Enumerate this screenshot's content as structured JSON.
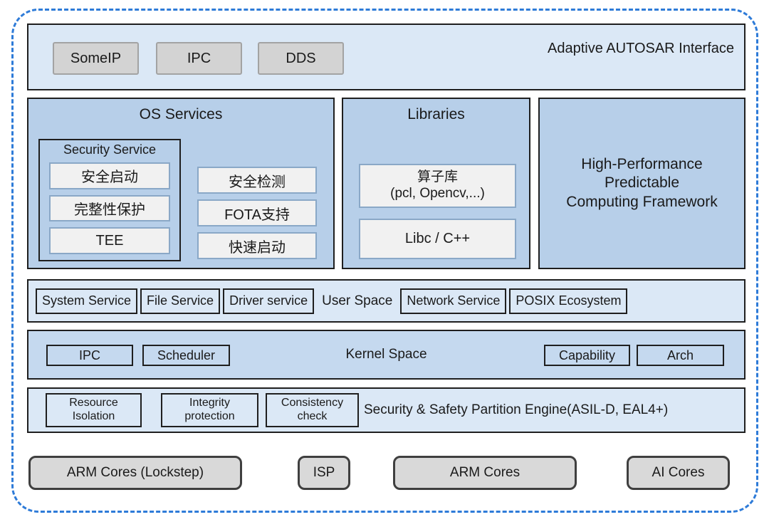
{
  "colors": {
    "frame_dashed_blue": "#2e7bd8",
    "panel_light_blue": "#dbe8f6",
    "panel_medium_blue": "#b7cfe9",
    "kernel_band_blue": "#c5d9ef",
    "inner_box_gray": "#f1f1f1",
    "inner_box_border_blue": "#8aa8c7",
    "chip_gray": "#d3d3d3",
    "hardware_gray": "#d9d9d9",
    "border_dark": "#1f1f1f"
  },
  "autosar": {
    "title": "Adaptive AUTOSAR Interface",
    "chips": [
      "SomeIP",
      "IPC",
      "DDS"
    ]
  },
  "os_services": {
    "title": "OS Services",
    "security_service": {
      "title": "Security Service",
      "items": [
        "安全启动",
        "完整性保护",
        "TEE"
      ]
    },
    "items": [
      "安全检测",
      "FOTA支持",
      "快速启动"
    ]
  },
  "libraries": {
    "title": "Libraries",
    "operator_box": {
      "line1": "算子库",
      "line2": "(pcl, Opencv,...)"
    },
    "libc_box": "Libc / C++"
  },
  "hpcf": {
    "lines": [
      "High-Performance",
      "Predictable",
      "Computing Framework"
    ]
  },
  "user_space": {
    "label": "User Space",
    "left_boxes": [
      "System Service",
      "File Service",
      "Driver service"
    ],
    "right_boxes": [
      "Network Service",
      "POSIX Ecosystem"
    ]
  },
  "kernel_space": {
    "label": "Kernel Space",
    "left_boxes": [
      "IPC",
      "Scheduler"
    ],
    "right_boxes": [
      "Capability",
      "Arch"
    ]
  },
  "partition": {
    "label": "Security & Safety  Partition Engine(ASIL-D, EAL4+)",
    "boxes": [
      {
        "line1": "Resource",
        "line2": "Isolation"
      },
      {
        "line1": "Integrity",
        "line2": "protection"
      },
      {
        "line1": "Consistency",
        "line2": "check"
      }
    ]
  },
  "hardware": {
    "boxes": [
      "ARM Cores (Lockstep)",
      "ISP",
      "ARM Cores",
      "AI Cores"
    ]
  }
}
